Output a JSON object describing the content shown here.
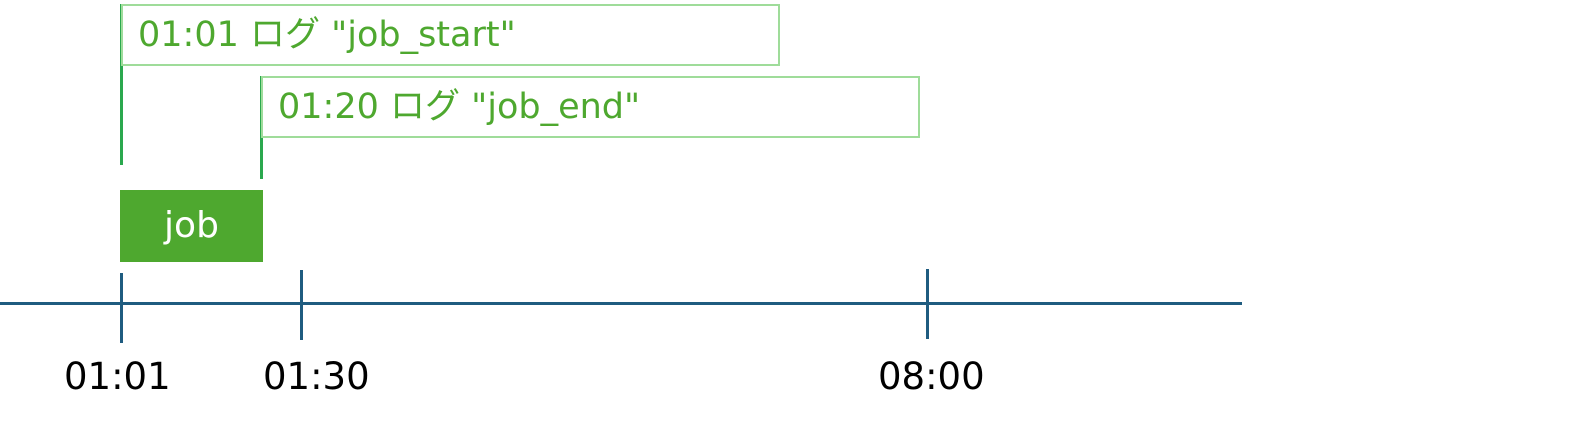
{
  "logs": [
    {
      "label": "01:01 ログ \"job_start\""
    },
    {
      "label": "01:20 ログ \"job_end\""
    }
  ],
  "job": {
    "label": "job"
  },
  "axis": {
    "ticks": [
      "01:01",
      "01:30",
      "08:00"
    ]
  },
  "colors": {
    "log_text": "#4ea82f",
    "log_border": "#9fdc9a",
    "marker": "#2aa84e",
    "job_fill": "#4ea82f",
    "axis": "#1f5c80"
  }
}
